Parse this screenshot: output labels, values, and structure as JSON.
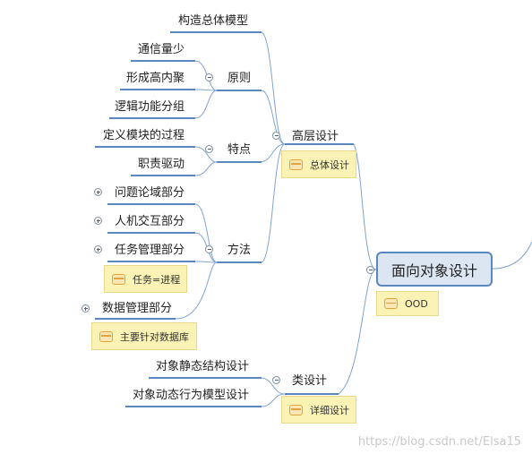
{
  "root": {
    "label": "面向对象设计",
    "note": "OOD"
  },
  "branches": {
    "high_level": {
      "label": "高层设计",
      "note": "总体设计",
      "construct": "构造总体模型",
      "principles": {
        "label": "原则",
        "items": [
          "通信量少",
          "形成高内聚",
          "逻辑功能分组"
        ]
      },
      "features": {
        "label": "特点",
        "items": [
          "定义模块的过程",
          "职责驱动"
        ]
      },
      "methods": {
        "label": "方法",
        "items": [
          "问题论域部分",
          "人机交互部分",
          "任务管理部分",
          "数据管理部分"
        ],
        "task_note": "任务=进程",
        "data_note": "主要针对数据库"
      }
    },
    "class_design": {
      "label": "类设计",
      "note": "详细设计",
      "items": [
        "对象静态结构设计",
        "对象动态行为模型设计"
      ]
    }
  },
  "watermark": "https://blog.csdn.net/Elsa15",
  "colors": {
    "line": "#5b87c0",
    "connector": "#7fa3cf",
    "center_fill": "#dce6f2",
    "note_fill": "#fbf2b5"
  }
}
